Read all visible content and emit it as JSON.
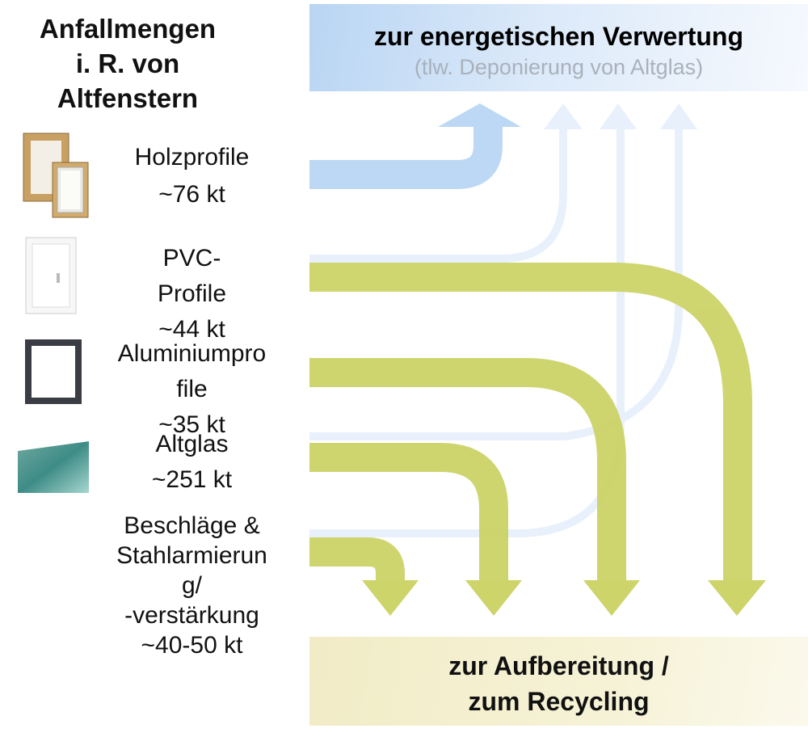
{
  "title_lines": [
    "Anfallmengen",
    "i. R. von",
    "Altfenstern"
  ],
  "materials": [
    {
      "lines": [
        "Holzprofile",
        "~76 kt"
      ]
    },
    {
      "lines": [
        "PVC-",
        "Profile",
        "~44 kt"
      ]
    },
    {
      "lines": [
        "Aluminiumpro",
        "file",
        "~35 kt"
      ]
    },
    {
      "lines": [
        "Altglas",
        "~251 kt"
      ]
    },
    {
      "lines": [
        "Beschläge &",
        "Stahlarmierun",
        "g/",
        "-verstärkung",
        "~40-50 kt"
      ]
    }
  ],
  "energy": {
    "heading": "zur energetischen Verwertung",
    "sub": "(tlw. Deponierung von Altglas)"
  },
  "recycling": {
    "line1": "zur Aufbereitung /",
    "line2": "zum Recycling"
  },
  "colors": {
    "blue": "#bcd8f4",
    "faint_blue": "#e8f1fb",
    "green": "#cdd46a"
  }
}
